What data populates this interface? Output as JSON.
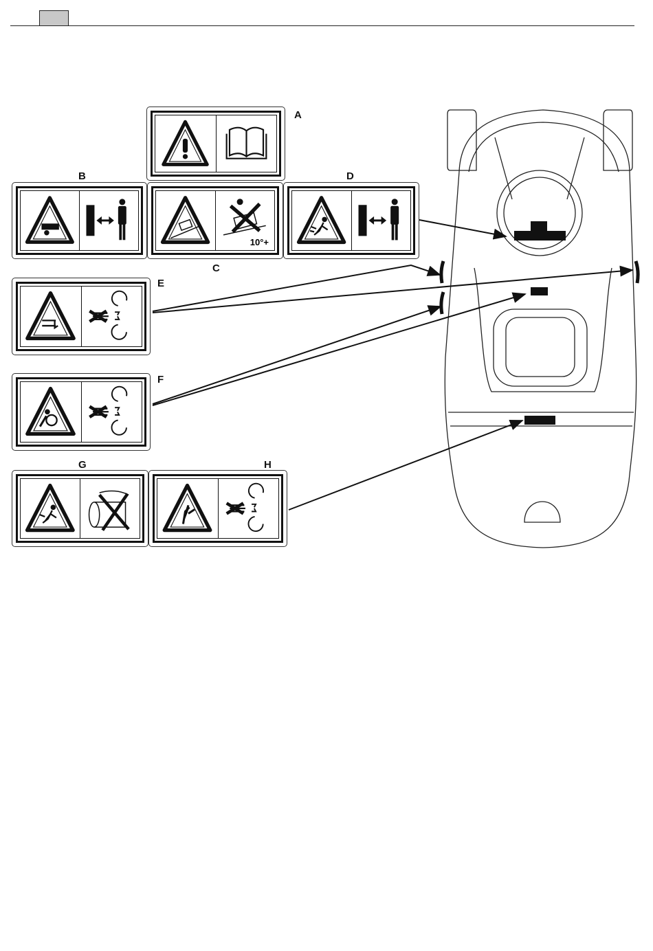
{
  "header": {
    "tab_color": "#c8c8c8"
  },
  "labels": [
    {
      "id": "A",
      "warning": "warning-triangle-exclamation",
      "icon": "manual-book-icon"
    },
    {
      "id": "B",
      "warning": "warning-triangle-run-over",
      "icon": "keep-distance-icon"
    },
    {
      "id": "C",
      "warning": "warning-triangle-rollover",
      "icon": "no-slope-icon",
      "slope_text": "10°+"
    },
    {
      "id": "D",
      "warning": "warning-triangle-thrown-objects",
      "icon": "keep-distance-icon"
    },
    {
      "id": "E",
      "warning": "warning-triangle-belt",
      "icon": "no-hands-rotating-icon"
    },
    {
      "id": "F",
      "warning": "warning-triangle-rotating-parts",
      "icon": "no-hands-rotating-icon"
    },
    {
      "id": "G",
      "warning": "warning-triangle-thrown-objects",
      "icon": "no-open-chute-icon"
    },
    {
      "id": "H",
      "warning": "warning-triangle-hand-cut",
      "icon": "no-hands-rotating-icon"
    }
  ]
}
